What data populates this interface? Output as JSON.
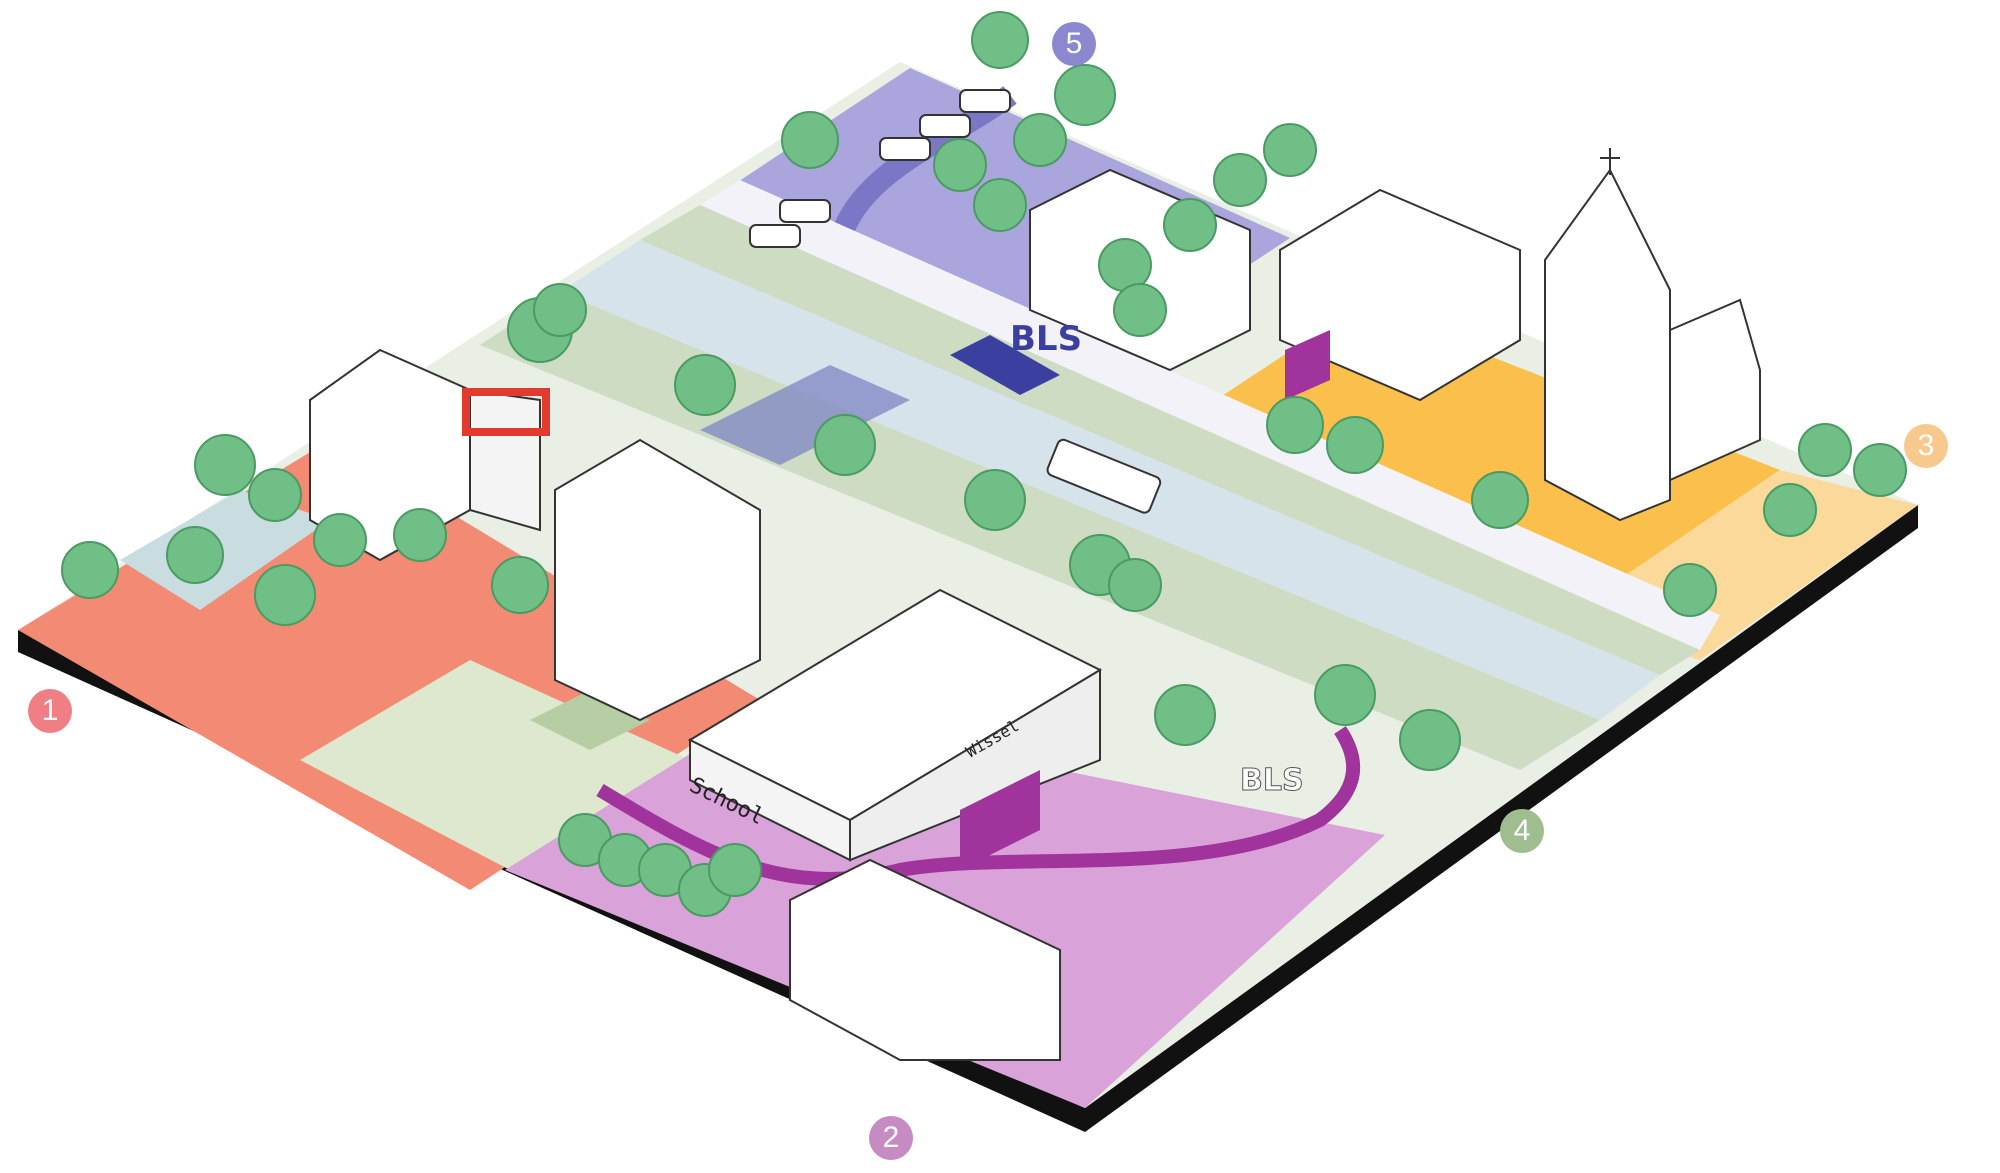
{
  "zones": [
    {
      "id": "1",
      "color": "#ef7f85"
    },
    {
      "id": "2",
      "color": "#c78bc4"
    },
    {
      "id": "3",
      "color": "#f7c98d"
    },
    {
      "id": "4",
      "color": "#9fbd8e"
    },
    {
      "id": "5",
      "color": "#8b88cf"
    }
  ],
  "labels": {
    "school": "School",
    "wissel": "Wissel",
    "bls_square": "BLS",
    "bls_street": "BLS"
  },
  "colors": {
    "red_zone": "#f38a73",
    "purple_zone": "#d9a2d8",
    "orange_zone": "#fbbf4c",
    "lavender_zone": "#aaa5dc",
    "green_strip": "#cfdcc4",
    "blue_strip": "#d6e3ea",
    "base_edge": "#111111"
  }
}
